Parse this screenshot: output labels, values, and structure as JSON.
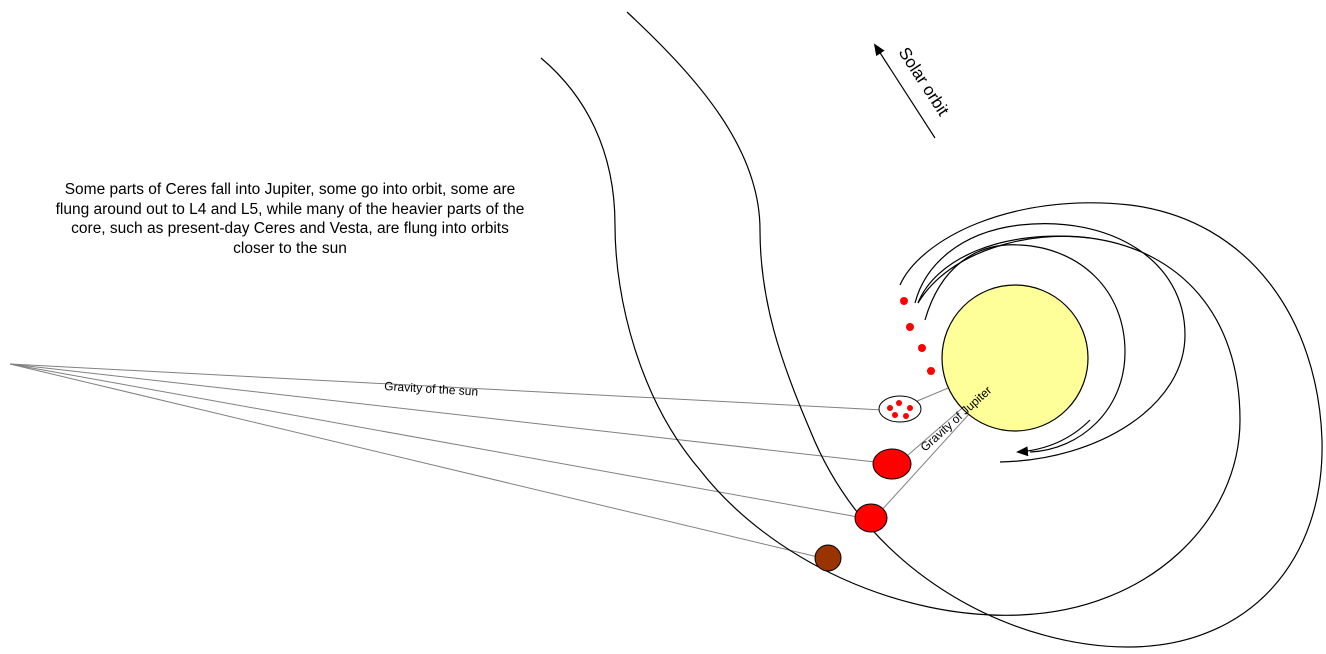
{
  "caption": "Some parts of Ceres fall into Jupiter, some go into orbit, some are flung around out to L4 and L5, while many of the heavier parts of the core, such as present-day Ceres and Vesta, are flung into orbits closer to the sun",
  "labels": {
    "solar_orbit": "Solar orbit",
    "gravity_sun": "Gravity of the sun",
    "gravity_jupiter": "Gravity of Jupiter"
  },
  "colors": {
    "jupiter_fill": "#ffff99",
    "fragment_red": "#ff0000",
    "ceres_brown": "#993300",
    "gravity_line": "#808080",
    "orbit_line": "#000000"
  }
}
